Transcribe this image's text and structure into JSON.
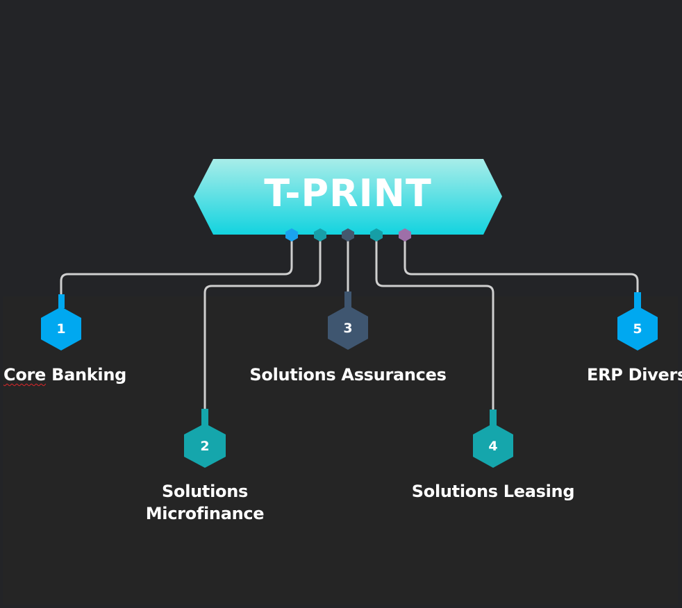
{
  "hub": {
    "title": "T-PRINT",
    "gradient_top": "#a8ede9",
    "gradient_bottom": "#13d3df"
  },
  "colors": {
    "background": "#232427",
    "connector": "#cfcfcf"
  },
  "nodes": [
    {
      "number": "1",
      "label_lines": [
        "Core",
        "Banking"
      ],
      "color": "#00a8f0",
      "port_color": "#1aa3ef"
    },
    {
      "number": "2",
      "label_lines": [
        "Solutions",
        "Microfinance"
      ],
      "color": "#15a6ac",
      "port_color": "#189ea8"
    },
    {
      "number": "3",
      "label_lines": [
        "Solutions Assurances"
      ],
      "color": "#3f5670",
      "port_color": "#44586e"
    },
    {
      "number": "4",
      "label_lines": [
        "Solutions Leasing"
      ],
      "color": "#15a6ac",
      "port_color": "#169ea6"
    },
    {
      "number": "5",
      "label_lines": [
        "ERP Divers"
      ],
      "color": "#00a8f0",
      "port_color": "#9e6fa8"
    }
  ]
}
